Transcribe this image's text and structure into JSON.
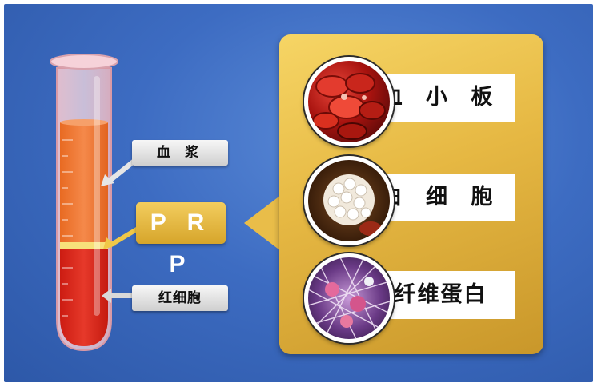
{
  "tube": {
    "plasma_label": "血 浆",
    "prp_label": "P R P",
    "rbc_label": "红细胞"
  },
  "panel": {
    "items": [
      {
        "label": "血 小 板",
        "icon": "platelet-micrograph-icon"
      },
      {
        "label": "白 细 胞",
        "icon": "leukocyte-micrograph-icon"
      },
      {
        "label": "纤维蛋白",
        "icon": "fibrin-micrograph-icon"
      }
    ]
  },
  "colors": {
    "background": "#3d6cc2",
    "panel": "#e6b843",
    "prp_box": "#e2b640",
    "plasma": "#f07a2e",
    "red_cells": "#d8241a"
  }
}
